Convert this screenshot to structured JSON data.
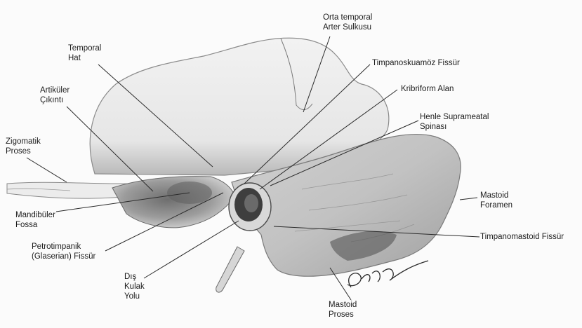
{
  "labels": {
    "orta_temporal": [
      "Orta temporal",
      "Arter Sulkusu"
    ],
    "temporal_hat": [
      "Temporal",
      "Hat"
    ],
    "timpanoskuamoz": [
      "Timpanoskuamöz Fissür"
    ],
    "artikuler": [
      "Artiküler",
      "Çıkıntı"
    ],
    "kribriform": [
      "Kribriform Alan"
    ],
    "henle": [
      "Henle Suprameatal",
      "Spinası"
    ],
    "zigomatik": [
      "Zigomatik",
      "Proses"
    ],
    "mastoid_foramen": [
      "Mastoid",
      "Foramen"
    ],
    "mandibuler": [
      "Mandibüler",
      "Fossa"
    ],
    "timpanomastoid": [
      "Timpanomastoid Fissür"
    ],
    "petrotimpanik": [
      "Petrotimpanik",
      "(Glaserian) Fissür"
    ],
    "dis_kulak": [
      "Dış",
      "Kulak",
      "Yolu"
    ],
    "mastoid_proses": [
      "Mastoid",
      "Proses"
    ]
  },
  "colors": {
    "line": "#2a2a2a",
    "bone_outline": "#8a8a8a",
    "shade": "#9a9a9a",
    "dark": "#4a4a4a"
  },
  "icons": {
    "signature": "signature-scribble"
  }
}
